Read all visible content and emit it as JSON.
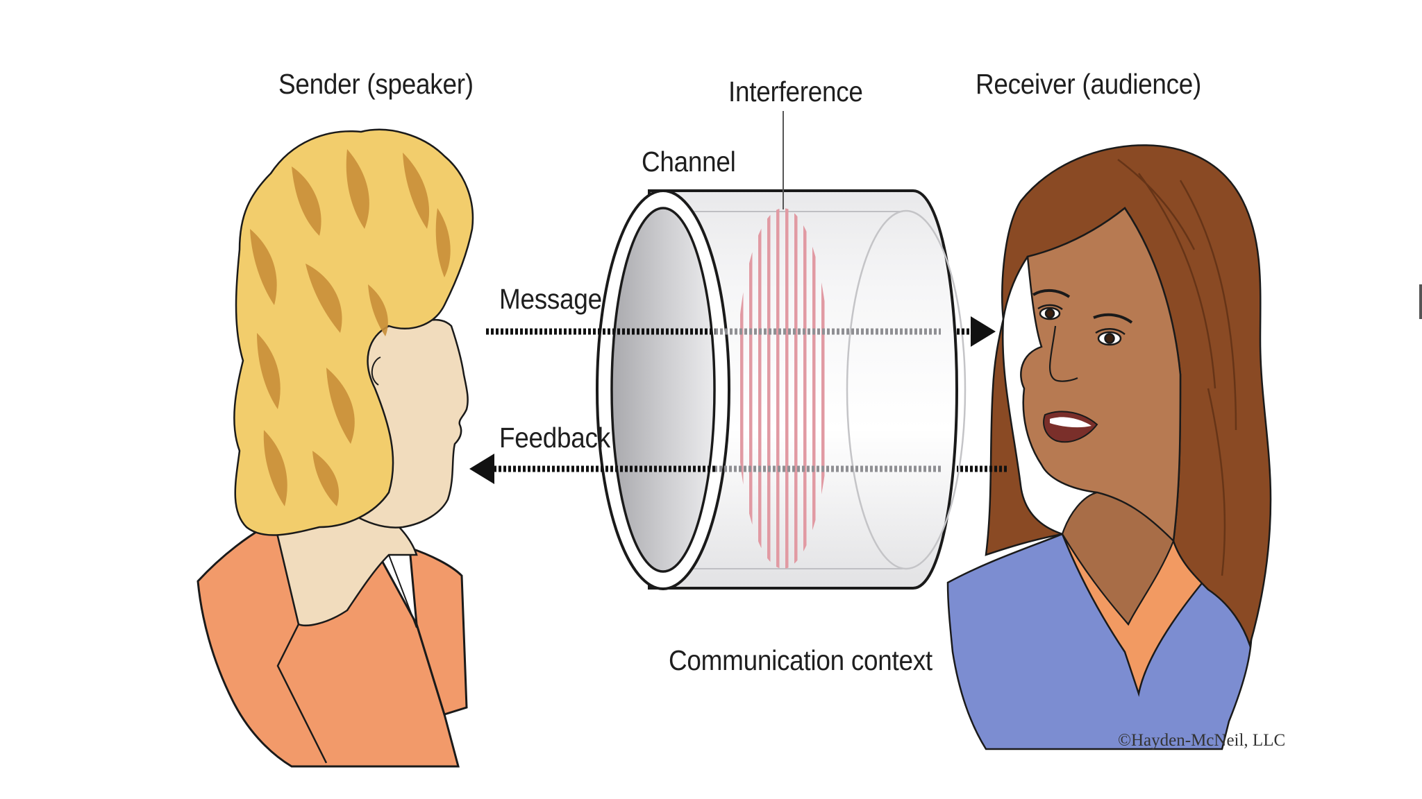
{
  "labels": {
    "sender": "Sender (speaker)",
    "receiver": "Receiver (audience)",
    "interference": "Interference",
    "channel": "Channel",
    "message": "Message",
    "feedback": "Feedback",
    "context": "Communication context"
  },
  "credit": "©Hayden-McNeil, LLC",
  "colors": {
    "sender_hair": "#f2cd6c",
    "sender_hair_shade": "#c98f3a",
    "sender_skin": "#f1dcbd",
    "sender_jacket": "#f29a6a",
    "receiver_hair": "#8a4a24",
    "receiver_skin": "#b77a52",
    "receiver_top": "#7c8dd1",
    "receiver_collar": "#f29a62",
    "interference": "#e5a6ad",
    "arrows": "#111111"
  },
  "icons": {
    "message_arrow": "arrow-right",
    "feedback_arrow": "arrow-left"
  }
}
